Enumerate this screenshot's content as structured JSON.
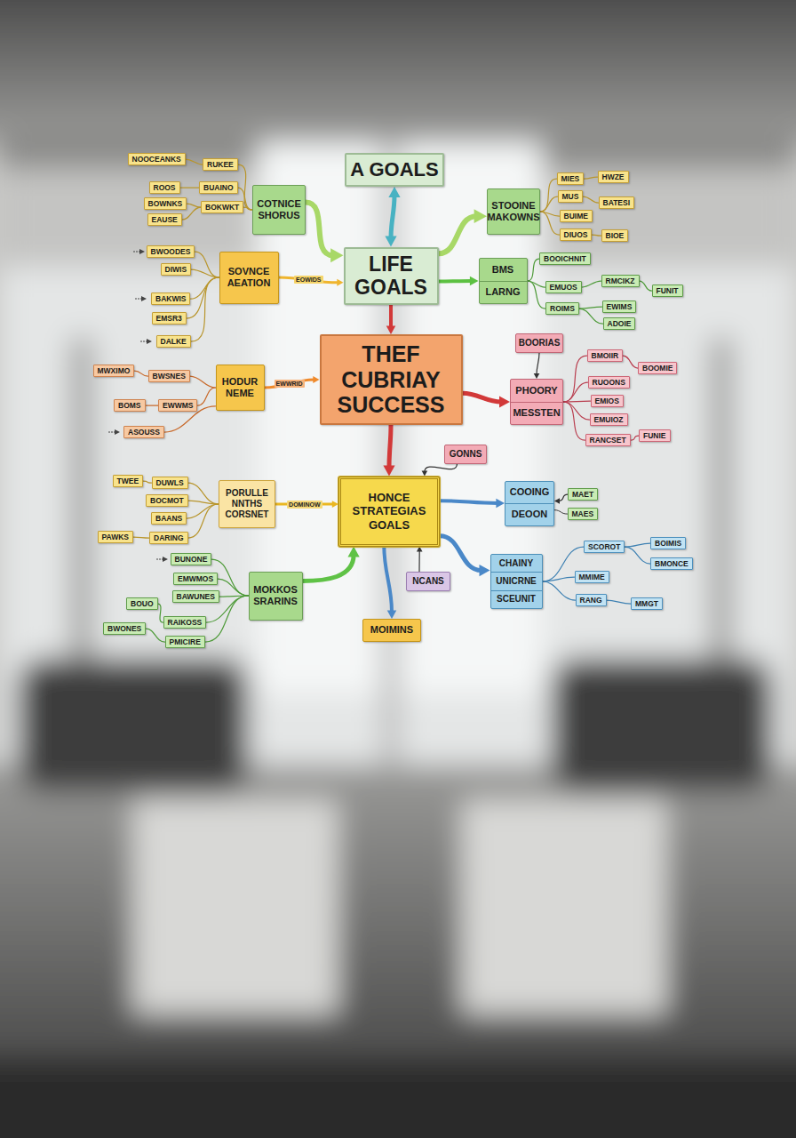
{
  "diagram": {
    "nodes": [
      {
        "text": [
          "A GOALS"
        ]
      },
      {
        "text": [
          "LIFE GOALS"
        ]
      },
      {
        "text": [
          "COTNICE SHORUS"
        ]
      },
      {
        "text": [
          "NOOCEANKS"
        ]
      },
      {
        "text": [
          "RUKEE"
        ]
      },
      {
        "text": [
          "ROOS"
        ]
      },
      {
        "text": [
          "BUAINO"
        ]
      },
      {
        "text": [
          "BOWNKS"
        ]
      },
      {
        "text": [
          "BOKWKT"
        ]
      },
      {
        "text": [
          "EAUSE"
        ]
      },
      {
        "text": [
          "SOVNCE AEATION"
        ]
      },
      {
        "text": [
          "BWOODES"
        ]
      },
      {
        "text": [
          "DIWIS"
        ]
      },
      {
        "text": [
          "BAKWIS"
        ]
      },
      {
        "text": [
          "EMSR3"
        ]
      },
      {
        "text": [
          "DALKE"
        ]
      },
      {
        "text": [
          "STOOINE MAKOWNS"
        ]
      },
      {
        "text": [
          "MIES"
        ]
      },
      {
        "text": [
          "HWZE"
        ]
      },
      {
        "text": [
          "MUS"
        ]
      },
      {
        "text": [
          "BATESI"
        ]
      },
      {
        "text": [
          "BUIME"
        ]
      },
      {
        "text": [
          "DIUOS"
        ]
      },
      {
        "text": [
          "BIOE"
        ]
      },
      {
        "text": [
          "BMS",
          "LARNG"
        ]
      },
      {
        "text": [
          "BOOICHNIT"
        ]
      },
      {
        "text": [
          "EMUOS"
        ]
      },
      {
        "text": [
          "RMCIKZ"
        ]
      },
      {
        "text": [
          "FUNIT"
        ]
      },
      {
        "text": [
          "ROIMS"
        ]
      },
      {
        "text": [
          "EWIMS"
        ]
      },
      {
        "text": [
          "ADOIE"
        ]
      },
      {
        "text": [
          "THEF CUBRIAY SUCCESS"
        ]
      },
      {
        "text": [
          "HODUR NEME"
        ]
      },
      {
        "text": [
          "MWXIMO"
        ]
      },
      {
        "text": [
          "BWSNES"
        ]
      },
      {
        "text": [
          "BOMS"
        ]
      },
      {
        "text": [
          "EWWMS"
        ]
      },
      {
        "text": [
          "ASOUSS"
        ]
      },
      {
        "text": [
          "BOORIAS"
        ]
      },
      {
        "text": [
          "PHOORY",
          "MESSTEN"
        ]
      },
      {
        "text": [
          "BMOIIR"
        ]
      },
      {
        "text": [
          "BOOMIE"
        ]
      },
      {
        "text": [
          "RUOONS"
        ]
      },
      {
        "text": [
          "EMIOS"
        ]
      },
      {
        "text": [
          "EMUIOZ"
        ]
      },
      {
        "text": [
          "RANCSET"
        ]
      },
      {
        "text": [
          "FUNIE"
        ]
      },
      {
        "text": [
          "GONNS"
        ]
      },
      {
        "text": [
          "HONCE STRATEGIAS GOALS"
        ]
      },
      {
        "text": [
          "PORULLE NNTHS CORSNET"
        ]
      },
      {
        "text": [
          "TWEE"
        ]
      },
      {
        "text": [
          "DUWLS"
        ]
      },
      {
        "text": [
          "BOCMOT"
        ]
      },
      {
        "text": [
          "BAANS"
        ]
      },
      {
        "text": [
          "PAWKS"
        ]
      },
      {
        "text": [
          "DARING"
        ]
      },
      {
        "text": [
          "COOING",
          "DEOON"
        ]
      },
      {
        "text": [
          "MAET"
        ]
      },
      {
        "text": [
          "MAES"
        ]
      },
      {
        "text": [
          "MOKKOS SRARINS"
        ]
      },
      {
        "text": [
          "BUNONE"
        ]
      },
      {
        "text": [
          "EMWMOS"
        ]
      },
      {
        "text": [
          "BAWUNES"
        ]
      },
      {
        "text": [
          "BOUO"
        ]
      },
      {
        "text": [
          "RAIKOSS"
        ]
      },
      {
        "text": [
          "BWONES"
        ]
      },
      {
        "text": [
          "PMICIRE"
        ]
      },
      {
        "text": [
          "NCANS"
        ]
      },
      {
        "text": [
          "CHAINY",
          "UNICRNE",
          "SCEUNIT"
        ]
      },
      {
        "text": [
          "SCOROT"
        ]
      },
      {
        "text": [
          "BOIMIS"
        ]
      },
      {
        "text": [
          "BMONCE"
        ]
      },
      {
        "text": [
          "MMIME"
        ]
      },
      {
        "text": [
          "RANG"
        ]
      },
      {
        "text": [
          "MMGT"
        ]
      },
      {
        "text": [
          "MOIMINS"
        ]
      }
    ],
    "edges": [
      {
        "from": 0,
        "to": 1,
        "arrow": "both"
      },
      {
        "from": 2,
        "to": 1,
        "arrow": "to"
      },
      {
        "from": 10,
        "to": 1,
        "label": "EOWIDS",
        "arrow": "to"
      },
      {
        "from": 1,
        "to": 16,
        "arrow": "to"
      },
      {
        "from": 1,
        "to": 24,
        "arrow": "to"
      },
      {
        "from": 1,
        "to": 32,
        "arrow": "to"
      },
      {
        "from": 33,
        "to": 32,
        "label": "EWWRID",
        "arrow": "to"
      },
      {
        "from": 32,
        "to": 40,
        "arrow": "to"
      },
      {
        "from": 39,
        "to": 40,
        "arrow": "to"
      },
      {
        "from": 32,
        "to": 49,
        "arrow": "to"
      },
      {
        "from": 48,
        "to": 49,
        "arrow": "to"
      },
      {
        "from": 50,
        "to": 49,
        "label": "DOMINOW",
        "arrow": "to"
      },
      {
        "from": 60,
        "to": 49,
        "arrow": "to"
      },
      {
        "from": 49,
        "to": 57,
        "arrow": "to"
      },
      {
        "from": 58,
        "to": 57,
        "arrow": "to"
      },
      {
        "from": 57,
        "to": 59,
        "arrow": "none"
      },
      {
        "from": 49,
        "to": 69,
        "arrow": "to"
      },
      {
        "from": 68,
        "to": 49,
        "arrow": "to"
      },
      {
        "from": 49,
        "to": 76,
        "arrow": "to"
      },
      {
        "from": 2,
        "to": 4,
        "arrow": "none"
      },
      {
        "from": 2,
        "to": 6,
        "arrow": "none"
      },
      {
        "from": 2,
        "to": 8,
        "arrow": "none"
      },
      {
        "from": 3,
        "to": 4,
        "arrow": "none"
      },
      {
        "from": 5,
        "to": 6,
        "arrow": "none"
      },
      {
        "from": 7,
        "to": 8,
        "arrow": "none"
      },
      {
        "from": 9,
        "to": 8,
        "arrow": "none"
      },
      {
        "from": 10,
        "to": 11,
        "arrow": "none"
      },
      {
        "from": 10,
        "to": 12,
        "arrow": "none"
      },
      {
        "from": 10,
        "to": 13,
        "arrow": "none"
      },
      {
        "from": 10,
        "to": 14,
        "arrow": "none"
      },
      {
        "from": 10,
        "to": 15,
        "arrow": "none"
      },
      {
        "from": 16,
        "to": 17,
        "arrow": "none"
      },
      {
        "from": 16,
        "to": 19,
        "arrow": "none"
      },
      {
        "from": 16,
        "to": 21,
        "arrow": "none"
      },
      {
        "from": 16,
        "to": 22,
        "arrow": "none"
      },
      {
        "from": 17,
        "to": 18,
        "arrow": "none"
      },
      {
        "from": 19,
        "to": 20,
        "arrow": "none"
      },
      {
        "from": 22,
        "to": 23,
        "arrow": "none"
      },
      {
        "from": 24,
        "to": 25,
        "arrow": "none"
      },
      {
        "from": 24,
        "to": 26,
        "arrow": "none"
      },
      {
        "from": 24,
        "to": 29,
        "arrow": "none"
      },
      {
        "from": 26,
        "to": 27,
        "arrow": "none"
      },
      {
        "from": 27,
        "to": 28,
        "arrow": "none"
      },
      {
        "from": 29,
        "to": 30,
        "arrow": "none"
      },
      {
        "from": 29,
        "to": 31,
        "arrow": "none"
      },
      {
        "from": 33,
        "to": 35,
        "arrow": "none"
      },
      {
        "from": 33,
        "to": 37,
        "arrow": "none"
      },
      {
        "from": 33,
        "to": 38,
        "arrow": "none"
      },
      {
        "from": 34,
        "to": 35,
        "arrow": "none"
      },
      {
        "from": 36,
        "to": 37,
        "arrow": "none"
      },
      {
        "from": 40,
        "to": 41,
        "arrow": "none"
      },
      {
        "from": 40,
        "to": 43,
        "arrow": "none"
      },
      {
        "from": 40,
        "to": 44,
        "arrow": "none"
      },
      {
        "from": 40,
        "to": 45,
        "arrow": "none"
      },
      {
        "from": 40,
        "to": 46,
        "arrow": "none"
      },
      {
        "from": 41,
        "to": 42,
        "arrow": "none"
      },
      {
        "from": 46,
        "to": 47,
        "arrow": "none"
      },
      {
        "from": 50,
        "to": 52,
        "arrow": "none"
      },
      {
        "from": 50,
        "to": 53,
        "arrow": "none"
      },
      {
        "from": 50,
        "to": 54,
        "arrow": "none"
      },
      {
        "from": 50,
        "to": 56,
        "arrow": "none"
      },
      {
        "from": 51,
        "to": 52,
        "arrow": "none"
      },
      {
        "from": 55,
        "to": 56,
        "arrow": "none"
      },
      {
        "from": 60,
        "to": 61,
        "arrow": "none"
      },
      {
        "from": 60,
        "to": 62,
        "arrow": "none"
      },
      {
        "from": 60,
        "to": 63,
        "arrow": "none"
      },
      {
        "from": 60,
        "to": 65,
        "arrow": "none"
      },
      {
        "from": 60,
        "to": 67,
        "arrow": "none"
      },
      {
        "from": 64,
        "to": 65,
        "arrow": "none"
      },
      {
        "from": 66,
        "to": 67,
        "arrow": "none"
      },
      {
        "from": 69,
        "to": 70,
        "arrow": "none"
      },
      {
        "from": 69,
        "to": 73,
        "arrow": "none"
      },
      {
        "from": 69,
        "to": 74,
        "arrow": "none"
      },
      {
        "from": 70,
        "to": 71,
        "arrow": "none"
      },
      {
        "from": 70,
        "to": 72,
        "arrow": "none"
      },
      {
        "from": 74,
        "to": 75,
        "arrow": "none"
      }
    ]
  }
}
